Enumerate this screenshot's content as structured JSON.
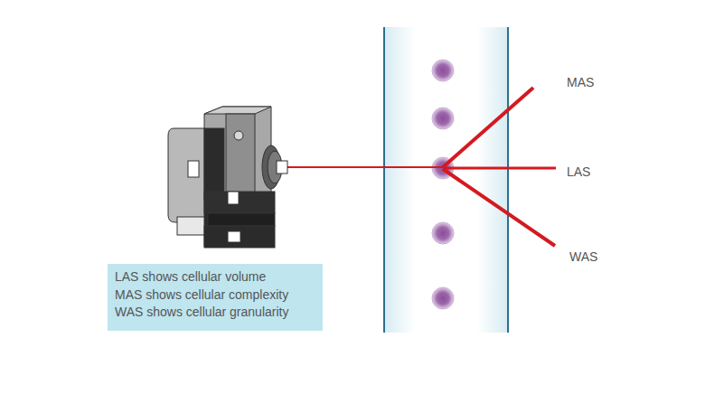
{
  "diagram": {
    "nodes": [
      {
        "text": [
          "LAS shows cellular volume",
          "MAS shows cellular complexity",
          "WAS shows cellular granularity"
        ]
      }
    ],
    "labels": [
      "MAS",
      "LAS",
      "WAS"
    ]
  }
}
